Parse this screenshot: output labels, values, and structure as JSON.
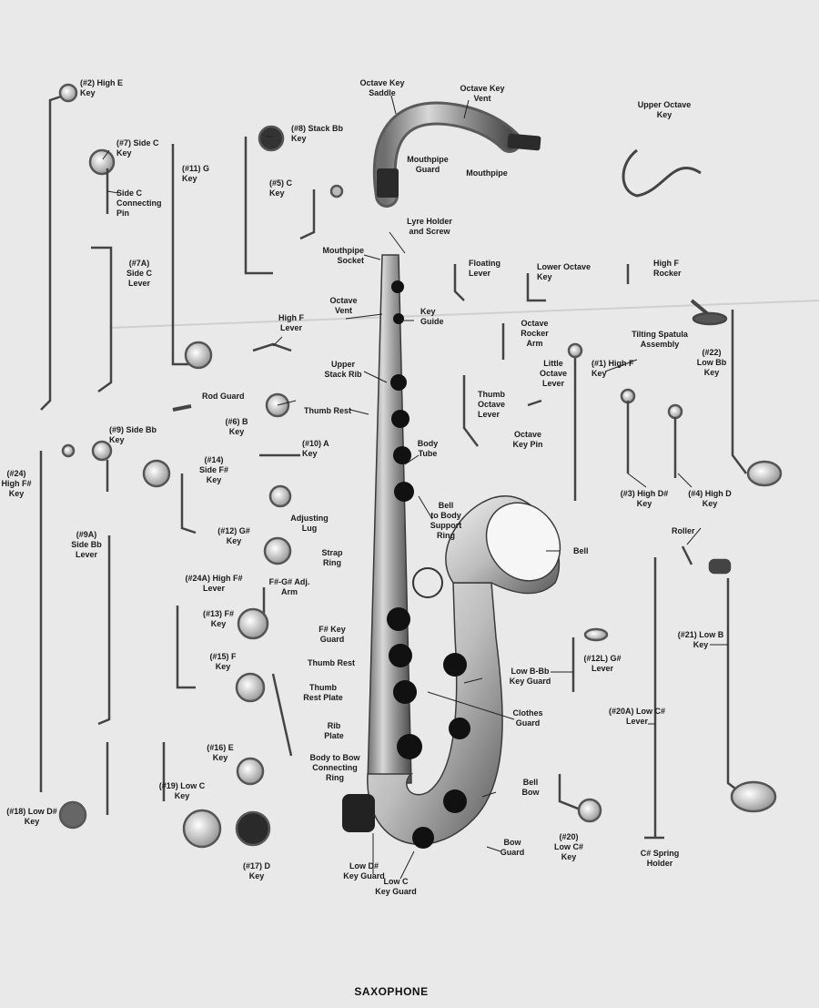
{
  "caption": "SAXOPHONE",
  "labels": {
    "high_e_key": "(#2) High E\nKey",
    "side_c_key": "(#7) Side C\nKey",
    "side_c_pin": "Side C\nConnecting\nPin",
    "g_key": "(#11) G\nKey",
    "stack_bb_key": "(#8) Stack Bb\nKey",
    "c_key": "(#5) C\nKey",
    "octave_key_saddle": "Octave Key\nSaddle",
    "octave_key_vent": "Octave Key\nVent",
    "mouthpipe_guard": "Mouthpipe\nGuard",
    "mouthpipe": "Mouthpipe",
    "upper_octave_key": "Upper Octave\nKey",
    "side_c_lever": "(#7A)\nSide C\nLever",
    "lyre_holder": "Lyre Holder\nand Screw",
    "mouthpipe_socket": "Mouthpipe\nSocket",
    "floating_lever": "Floating\nLever",
    "lower_octave_key": "Lower Octave\nKey",
    "high_f_rocker": "High F\nRocker",
    "octave_vent": "Octave\nVent",
    "key_guide": "Key\nGuide",
    "high_f_lever": "High F\nLever",
    "octave_rocker_arm": "Octave\nRocker\nArm",
    "tilting_spatula": "Tilting Spatula\nAssembly",
    "low_bb_key": "(#22)\nLow Bb\nKey",
    "upper_stack_rib": "Upper\nStack Rib",
    "little_octave_lever": "Little\nOctave\nLever",
    "high_f_key_1": "(#1) High F\nKey",
    "rod_guard": "Rod Guard",
    "b_key": "(#6) B\nKey",
    "thumb_rest": "Thumb Rest",
    "thumb_octave_lever": "Thumb\nOctave\nLever",
    "octave_key_pin": "Octave\nKey Pin",
    "side_bb_key": "(#9) Side Bb\nKey",
    "a_key": "(#10) A\nKey",
    "body_tube": "Body\nTube",
    "high_fsharp_key": "(#24)\nHigh F#\nKey",
    "side_fsharp_key": "(#14)\nSide F#\nKey",
    "bell_support_ring": "Bell\nto Body\nSupport\nRing",
    "high_dsharp_key": "(#3) High D#\nKey",
    "high_d_key": "(#4) High D\nKey",
    "side_bb_lever": "(#9A)\nSide Bb\nLever",
    "adjusting_lug": "Adjusting\nLug",
    "gsharp_key": "(#12) G#\nKey",
    "strap_ring": "Strap\nRing",
    "bell": "Bell",
    "roller": "Roller",
    "high_fsharp_lever": "(#24A) High F#\nLever",
    "fg_adj_arm": "F#-G# Adj.\nArm",
    "fsharp_key": "(#13) F#\nKey",
    "fsharp_key_guard": "F# Key\nGuard",
    "low_b_key": "(#21) Low B\nKey",
    "f_key": "(#15) F\nKey",
    "thumb_rest_2": "Thumb Rest",
    "thumb_rest_plate": "Thumb\nRest Plate",
    "low_bbb_key_guard": "Low B-Bb\nKey Guard",
    "gsharp_lever": "(#12L) G#\nLever",
    "clothes_guard": "Clothes\nGuard",
    "low_csharp_lever": "(#20A) Low C#\nLever",
    "rib_plate": "Rib\nPlate",
    "e_key": "(#16) E\nKey",
    "body_bow_ring": "Body to Bow\nConnecting\nRing",
    "bell_bow": "Bell\nBow",
    "low_dsharp_key": "(#18) Low D#\nKey",
    "low_c_key": "(#19) Low C\nKey",
    "low_csharp_key": "(#20)\nLow C#\nKey",
    "csharp_spring_holder": "C# Spring\nHolder",
    "bow_guard": "Bow\nGuard",
    "d_key": "(#17) D\nKey",
    "low_dsharp_key_guard": "Low D#\nKey Guard",
    "low_c_key_guard": "Low C\nKey Guard"
  }
}
